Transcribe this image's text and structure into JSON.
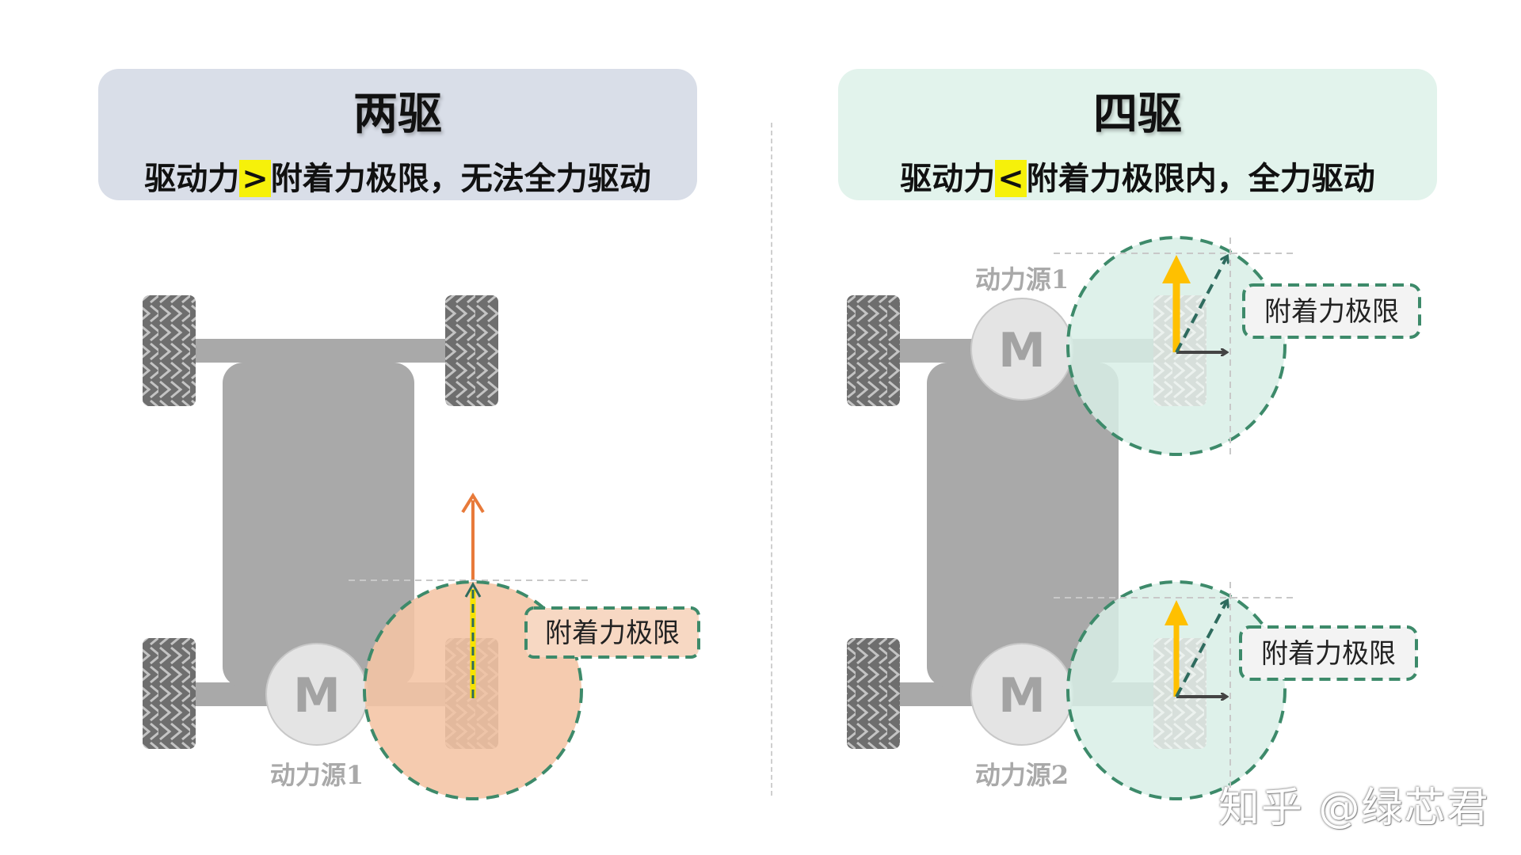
{
  "left_panel": {
    "title": "两驱",
    "subtitle_pre": "驱动力",
    "subtitle_op": ">",
    "subtitle_post": "附着力极限，无法全力驱动",
    "motor_letter": "M",
    "motor_label": "动力源1",
    "limit_label": "附着力极限"
  },
  "right_panel": {
    "title": "四驱",
    "subtitle_pre": "驱动力",
    "subtitle_op": "<",
    "subtitle_post": "附着力极限内，全力驱动",
    "motor1_letter": "M",
    "motor1_label": "动力源1",
    "motor2_letter": "M",
    "motor2_label": "动力源2",
    "limit_label_1": "附着力极限",
    "limit_label_2": "附着力极限"
  },
  "watermark": "知乎 @绿芯君",
  "colors": {
    "left_header_bg": "#d9dee8",
    "right_header_bg": "#e2f3ec",
    "highlight": "#f6f10a",
    "chassis": "#a9a9a9",
    "tire": "#6e6e6e",
    "friction_circle_2wd": "#f4c4a4",
    "friction_circle_4wd": "#d8efe6",
    "circle_border": "#3d8a6a",
    "drive_arrow_yellow": "#ffc000",
    "drive_arrow_orange": "#e87a3a"
  }
}
